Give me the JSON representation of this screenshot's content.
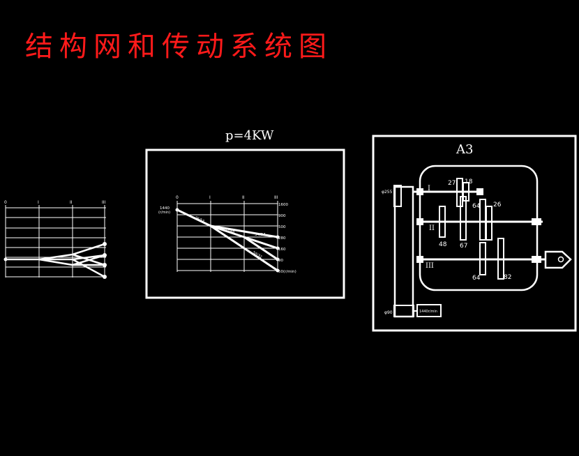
{
  "title": "结构网和传动系统图",
  "left_net": {
    "axis_labels": [
      "0",
      "I",
      "II",
      "III"
    ]
  },
  "speed_chart": {
    "power": "p=4KW",
    "axis_labels": [
      "0",
      "I",
      "II",
      "III"
    ],
    "input_speed": "1440",
    "input_unit": "(r/min)",
    "speeds": [
      "1600",
      "900",
      "500",
      "280",
      "160",
      "90",
      "50(r/min)"
    ],
    "ratios": [
      "26/53",
      "27/48",
      "54/54",
      "58/32"
    ]
  },
  "transmission": {
    "sheet": "A3",
    "shafts": [
      "I",
      "II",
      "III"
    ],
    "gears": [
      "27",
      "18",
      "64",
      "26",
      "48",
      "67",
      "64",
      "82"
    ],
    "pulleys": [
      "φ255",
      "φ90"
    ],
    "motor": "1440r/min"
  }
}
